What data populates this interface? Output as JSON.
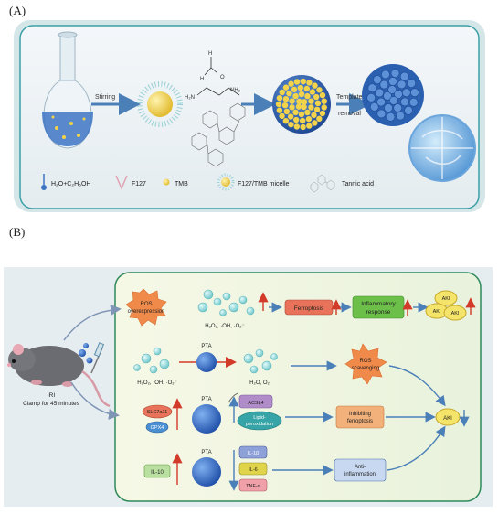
{
  "panel_a": {
    "label": "(A)",
    "arrow_stirring": "Stirring",
    "arrow_template_line1": "Template",
    "arrow_template_line2": "removal",
    "legend": {
      "water_ethanol": "H₂O+C₂H₅OH",
      "f127": "F127",
      "tmb": "TMB",
      "micelle": "F127/TMB  micelle",
      "tannic": "Tannic acid"
    },
    "chem_labels": {
      "h": "H",
      "o": "O",
      "nh2_left": "H₂N",
      "nh2_right": "NH₂"
    }
  },
  "panel_b": {
    "label": "(B)",
    "mouse_label_line1": "IRI",
    "mouse_label_line2": "Clamp for 45 minutes",
    "ros_over_line1": "ROS",
    "ros_over_line2": "overexpression",
    "ros_species": "H₂O₂, ·OH, ·O₂⁻",
    "ferroptosis": "Ferroptosis",
    "inflam_line1": "Inflammatory",
    "inflam_line2": "response",
    "aki": "AKI",
    "pta": "PTA",
    "ros_species_left": "H₂O₂, ·OH, ·O₂⁻",
    "h2o_o2": "H₂O, O₂",
    "ros_scav_line1": "ROS",
    "ros_scav_line2": "scavenging",
    "slc7a11": "SLC7a11",
    "gpx4": "GPX4",
    "acsl4": "ACSL4",
    "lipid_line1": "Lipid-",
    "lipid_line2": "peroxidation",
    "inhib_line1": "Inhibiting",
    "inhib_line2": "ferroptosis",
    "il10": "IL-10",
    "il1b": "IL-1β",
    "il6": "IL-6",
    "tnfa": "TNF-α",
    "anti_line1": "Anti-",
    "anti_line2": "inflammation"
  },
  "colors": {
    "panel_a_border": "#3aa0a8",
    "panel_b_border": "#2f8a5a",
    "ferroptosis_box": "#e8735a",
    "inflam_box": "#6cc04a",
    "ros_star": "#f08a4b",
    "aki_ball": "#f5e46a",
    "micelle": "#f2d34a",
    "pta_sphere": "#2f6fc4"
  }
}
